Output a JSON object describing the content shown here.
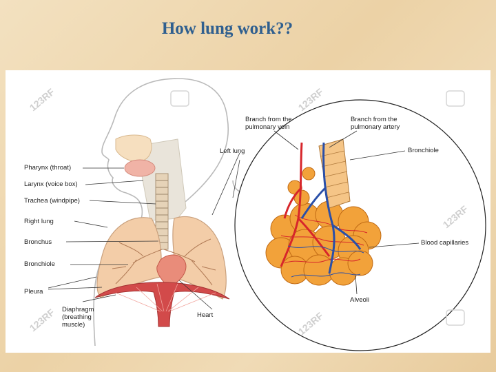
{
  "title": "How lung work??",
  "labels": {
    "pharynx": "Pharynx (throat)",
    "larynx": "Larynx (voice box)",
    "trachea": "Trachea (windpipe)",
    "right_lung": "Right lung",
    "bronchus": "Bronchus",
    "bronchiole_left": "Bronchiole",
    "pleura": "Pleura",
    "diaphragm_1": "Diaphragm",
    "diaphragm_2": "(breathing",
    "diaphragm_3": "muscle)",
    "heart": "Heart",
    "left_lung": "Left lung",
    "vein_1": "Branch from the",
    "vein_2": "pulmonary vein",
    "artery_1": "Branch from the",
    "artery_2": "pulmonary artery",
    "bronchiole_right": "Bronchiole",
    "capillaries": "Blood capillaries",
    "alveoli": "Alveoli"
  },
  "watermark": "123RF",
  "colors": {
    "title": "#2f5f8f",
    "artery": "#d7262b",
    "vein": "#2a4fa8",
    "alveoli": "#f2a23a",
    "lung": "#f3cda8",
    "diaphragm": "#d24a4a"
  }
}
